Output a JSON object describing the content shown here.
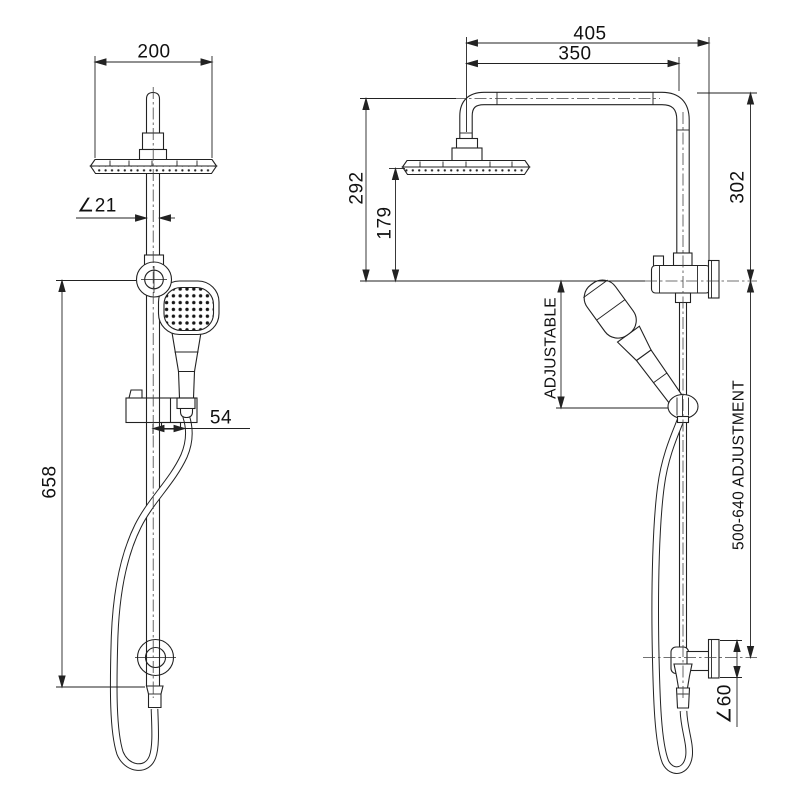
{
  "drawing": {
    "kind": "technical dimension drawing",
    "subject": "twin rail shower (front and side elevation)",
    "colors": {
      "background": "#ffffff",
      "line": "#222222",
      "text": "#111111"
    }
  },
  "front_view": {
    "dims": {
      "head_width": "200",
      "riser_diameter": "∠21",
      "hose_offset": "54",
      "rail_length": "658"
    }
  },
  "side_view": {
    "dims": {
      "overall_reach": "405",
      "arm_reach": "350",
      "head_drop": "292",
      "head_clearance": "179",
      "riser_height": "302",
      "slider_range_label": "ADJUSTABLE",
      "rail_adjustment": "500-640 ADJUSTMENT",
      "flange_diameter": "∠60"
    }
  }
}
